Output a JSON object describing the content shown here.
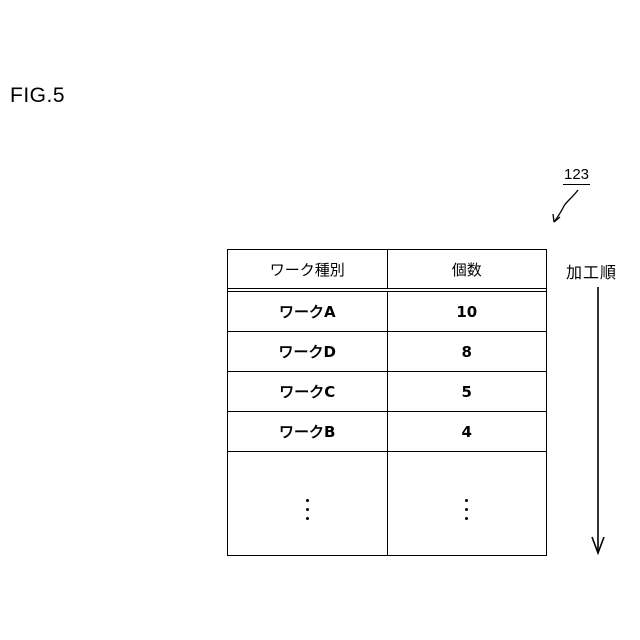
{
  "figure": {
    "label": "FIG.5",
    "reference_number": "123",
    "order_label": "加工順"
  },
  "table": {
    "headers": [
      "ワーク種別",
      "個数"
    ],
    "rows": [
      {
        "work_type": "ワークA",
        "count": "10"
      },
      {
        "work_type": "ワークD",
        "count": "8"
      },
      {
        "work_type": "ワークC",
        "count": "5"
      },
      {
        "work_type": "ワークB",
        "count": "4"
      }
    ]
  }
}
